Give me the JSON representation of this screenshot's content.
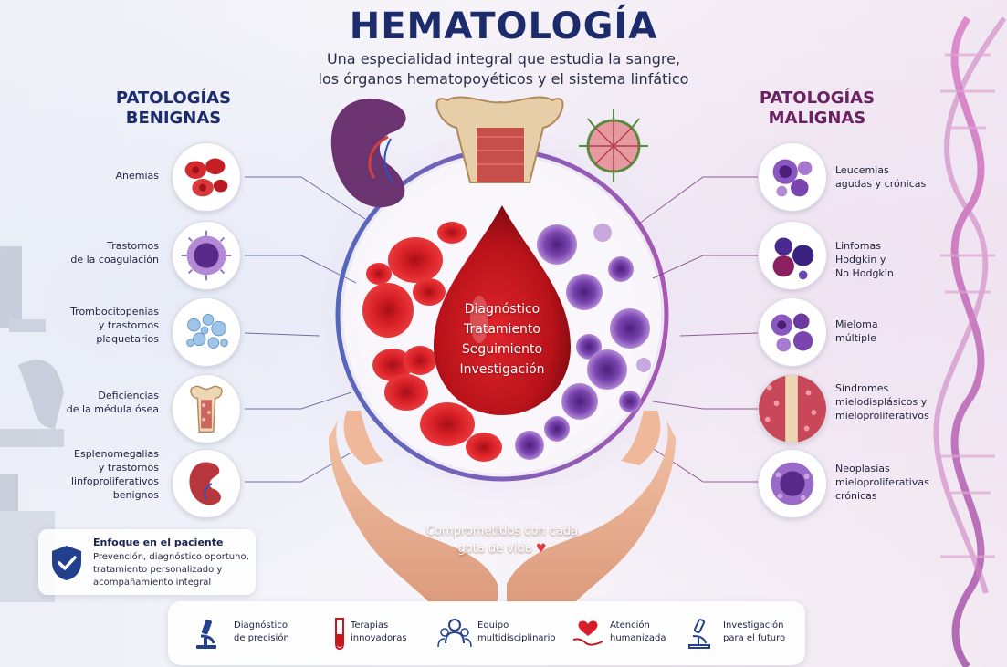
{
  "header": {
    "title": "HEMATOLOGÍA",
    "subtitle_line1": "Una especialidad integral que estudia la sangre,",
    "subtitle_line2": "los órganos hematopoyéticos y el sistema linfático"
  },
  "benign": {
    "title_line1": "PATOLOGÍAS",
    "title_line2": "BENIGNAS",
    "items": [
      {
        "lines": [
          "Anemias"
        ],
        "icon": "red-blood-cells-icon"
      },
      {
        "lines": [
          "Trastornos",
          "de la coagulación"
        ],
        "icon": "lymphocyte-icon"
      },
      {
        "lines": [
          "Trombocitopenias",
          "y trastornos",
          "plaquetarios"
        ],
        "icon": "platelets-icon"
      },
      {
        "lines": [
          "Deficiencias",
          "de la médula ósea"
        ],
        "icon": "bone-marrow-icon"
      },
      {
        "lines": [
          "Esplenomegalias",
          "y trastornos",
          "linfoproliferativos",
          "benignos"
        ],
        "icon": "spleen-icon"
      }
    ]
  },
  "malignant": {
    "title_line1": "PATOLOGÍAS",
    "title_line2": "MALIGNAS",
    "items": [
      {
        "lines": [
          "Leucemias",
          "agudas y crónicas"
        ],
        "icon": "leukemia-cells-icon"
      },
      {
        "lines": [
          "Linfomas",
          "Hodgkin y",
          "No Hodgkin"
        ],
        "icon": "lymphoma-cells-icon"
      },
      {
        "lines": [
          "Mieloma",
          "múltiple"
        ],
        "icon": "myeloma-cells-icon"
      },
      {
        "lines": [
          "Síndromes",
          "mielodisplásicos y",
          "mieloproliferativos"
        ],
        "icon": "marrow-tissue-icon"
      },
      {
        "lines": [
          "Neoplasias",
          "mieloproliferativas",
          "crónicas"
        ],
        "icon": "neoplasm-cell-icon"
      }
    ]
  },
  "center": {
    "lines": [
      "Diagnóstico",
      "Tratamiento",
      "Seguimiento",
      "Investigación"
    ],
    "slogan_line1": "Comprometidos con cada",
    "slogan_line2": "gota de vida",
    "heart": "♥"
  },
  "patient_card": {
    "title": "Enfoque en el paciente",
    "lines": [
      "Prevención, diagnóstico oportuno,",
      "tratamiento personalizado y",
      "acompañamiento integral"
    ],
    "icon": "shield-check-icon"
  },
  "footer": {
    "items": [
      {
        "lines": [
          "Diagnóstico",
          "de precisión"
        ],
        "icon": "microscope-icon"
      },
      {
        "lines": [
          "Terapias",
          "innovadoras"
        ],
        "icon": "test-tube-icon"
      },
      {
        "lines": [
          "Equipo",
          "multidisciplinario"
        ],
        "icon": "team-icon"
      },
      {
        "lines": [
          "Atención",
          "humanizada"
        ],
        "icon": "heart-hand-icon"
      },
      {
        "lines": [
          "Investigación",
          "para el futuro"
        ],
        "icon": "research-microscope-icon"
      }
    ]
  },
  "colors": {
    "navy": "#1b2b6b",
    "plum": "#6a2262",
    "blood": "#c8161d",
    "cell_purple": "#7c3fa0"
  }
}
